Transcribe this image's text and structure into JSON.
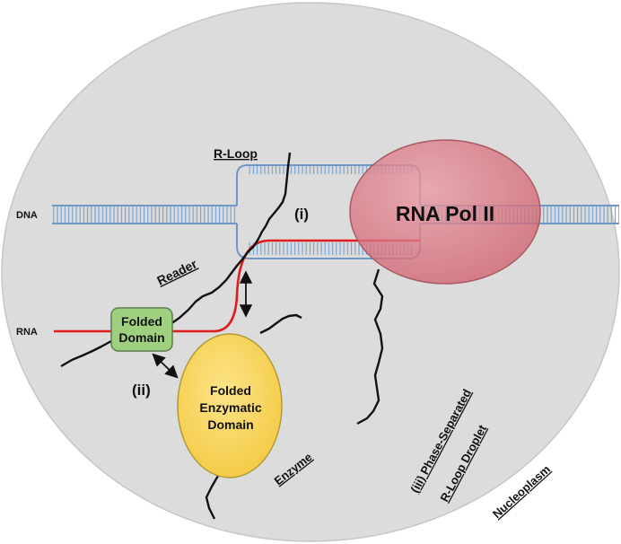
{
  "diagram": {
    "labels": {
      "dna": "DNA",
      "rna": "RNA",
      "r_loop": "R-Loop",
      "reader": "Reader",
      "enzyme": "Enzyme",
      "nucleoplasm": "Nucleoplasm",
      "marker_i": "(i)",
      "marker_ii": "(ii)",
      "droplet_line1": "(iii) Phase-Separated",
      "droplet_line2": "R-Loop Droplet",
      "rna_pol_ii": "RNA Pol II",
      "folded_domain_line1": "Folded",
      "folded_domain_line2": "Domain",
      "enzymatic_line1": "Folded",
      "enzymatic_line2": "Enzymatic",
      "enzymatic_line3": "Domain"
    },
    "colors": {
      "nucleoplasm_fill": "#dcdcdc",
      "dna_strand": "#6f98c8",
      "rna_strand": "#e01b1b",
      "pol_ii_fill": "#d9707b",
      "folded_domain_fill": "#9fd07f",
      "enzymatic_domain_fill": "#f7d35a",
      "disordered_chain": "#111111"
    }
  }
}
